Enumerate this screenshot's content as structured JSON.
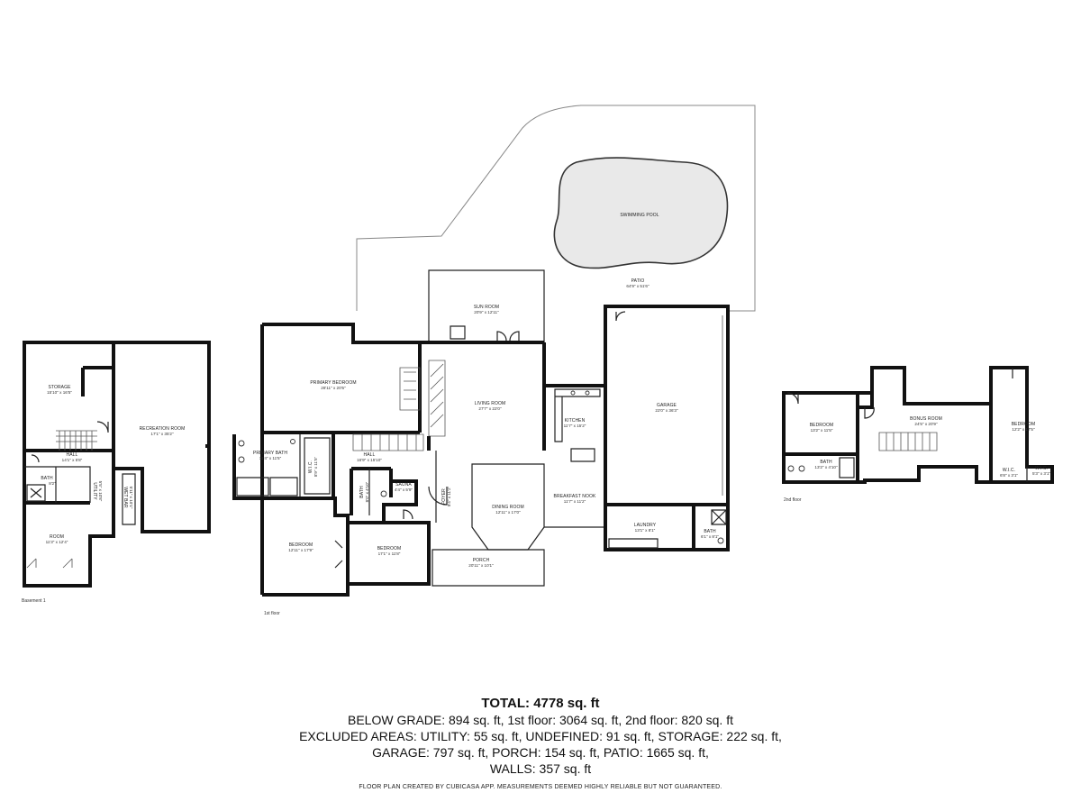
{
  "floors": {
    "basement": {
      "label": "Basement 1",
      "rooms": [
        {
          "name": "STORAGE",
          "dims": "15'10\" x 16'5\""
        },
        {
          "name": "RECREATION ROOM",
          "dims": "17'1\" x 35'2\""
        },
        {
          "name": "HALL",
          "dims": "14'1\" x 5'8\""
        },
        {
          "name": "BATH",
          "dims": "8'2\""
        },
        {
          "name": "UTILITY",
          "dims": "5'5\" x 10'8\""
        },
        {
          "name": "WET BAR",
          "dims": "5'11\" x 10'1\""
        },
        {
          "name": "ROOM",
          "dims": "11'3\" x 12'4\""
        }
      ]
    },
    "first": {
      "label": "1st floor",
      "rooms": [
        {
          "name": "SUN ROOM",
          "dims": "20'9\" x 12'11\""
        },
        {
          "name": "PRIMARY BEDROOM",
          "dims": "28'11\" x 20'5\""
        },
        {
          "name": "LIVING ROOM",
          "dims": "27'7\" x 22'0\""
        },
        {
          "name": "KITCHEN",
          "dims": "11'7\" x 15'2\""
        },
        {
          "name": "PRIMARY BATH",
          "dims": "11'4\" x 11'5\""
        },
        {
          "name": "W.I.C.",
          "dims": "8'9\" x 11'5\""
        },
        {
          "name": "HALL",
          "dims": "16'9\" x 15'10\""
        },
        {
          "name": "SAUNA",
          "dims": "4'4\" x 5'9\""
        },
        {
          "name": "BATH",
          "dims": "8'0\" x 4'10\""
        },
        {
          "name": "FOYER",
          "dims": "8'4\" x 11'2\""
        },
        {
          "name": "DINING ROOM",
          "dims": "12'11\" x 17'0\""
        },
        {
          "name": "BREAKFAST NOOK",
          "dims": "11'7\" x 11'2\""
        },
        {
          "name": "BEDROOM",
          "dims": "12'11\" x 17'9\""
        },
        {
          "name": "BEDROOM",
          "dims": "17'1\" x 11'8\""
        },
        {
          "name": "PORCH",
          "dims": "20'11\" x 10'1\""
        },
        {
          "name": "GARAGE",
          "dims": "22'0\" x 36'3\""
        },
        {
          "name": "LAUNDRY",
          "dims": "13'1\" x 8'1\""
        },
        {
          "name": "BATH",
          "dims": "6'1\" x 8'1\""
        },
        {
          "name": "SWIMMING POOL",
          "dims": ""
        },
        {
          "name": "PATIO",
          "dims": "64'9\" x 51'6\""
        }
      ]
    },
    "second": {
      "label": "2nd floor",
      "rooms": [
        {
          "name": "BEDROOM",
          "dims": "13'2\" x 11'5\""
        },
        {
          "name": "BONUS ROOM",
          "dims": "24'5\" x 20'9\""
        },
        {
          "name": "BEDROOM",
          "dims": "12'2\" x 17'5\""
        },
        {
          "name": "BATH",
          "dims": "13'2\" x 4'10\""
        },
        {
          "name": "W.I.C.",
          "dims": "6'8\" x 3'1\""
        },
        {
          "name": "W.I.C.",
          "dims": "5'3\" x 3'1\""
        }
      ]
    }
  },
  "totals": {
    "total": "TOTAL: 4778 sq. ft",
    "line1": "BELOW GRADE: 894 sq. ft, 1st floor: 3064 sq. ft, 2nd floor: 820 sq. ft",
    "line2": "EXCLUDED AREAS: UTILITY: 55 sq. ft, UNDEFINED: 91 sq. ft, STORAGE: 222 sq. ft,",
    "line3": "GARAGE: 797 sq. ft, PORCH: 154 sq. ft, PATIO: 1665 sq. ft,",
    "line4": "WALLS: 357 sq. ft"
  },
  "credit": "FLOOR PLAN CREATED BY CUBICASA APP. MEASUREMENTS DEEMED HIGHLY RELIABLE BUT NOT GUARANTEED."
}
